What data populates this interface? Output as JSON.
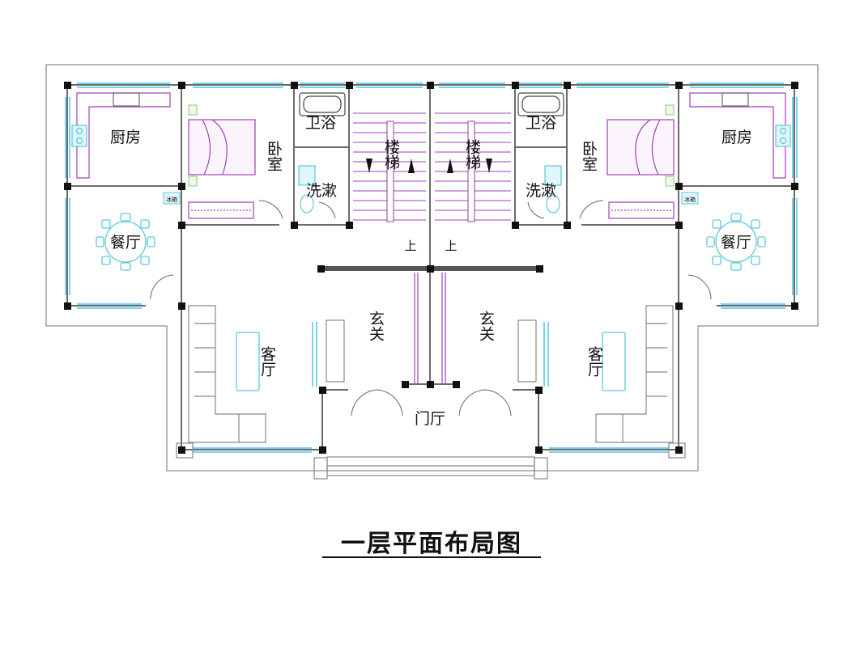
{
  "title": "一层平面布局图",
  "rooms": {
    "kitchen_left": "厨房",
    "kitchen_right": "厨房",
    "bedroom_left": "卧室",
    "bedroom_right": "卧室",
    "bath_left": "卫浴",
    "bath_right": "卫浴",
    "wash_left": "洗漱",
    "wash_right": "洗漱",
    "stairs_left": "楼梯",
    "stairs_right": "楼梯",
    "dining_left": "餐厅",
    "dining_right": "餐厅",
    "living_left": "客厅",
    "living_right": "客厅",
    "foyer_left": "玄关",
    "foyer_right": "玄关",
    "entrance_hall": "门厅"
  },
  "stair_markers": {
    "up_left": "上",
    "up_right": "上"
  },
  "fixture_tags": {
    "fridge_left": "冰箱",
    "fridge_right": "冰箱"
  },
  "colors": {
    "outline": "#9a9a9a",
    "wall": "#6a6a6a",
    "column": "#111111",
    "window": "#29b6e6",
    "furniture": "#a040b8",
    "fixture": "#5cc9d8",
    "stair": "#8a2a8a"
  }
}
